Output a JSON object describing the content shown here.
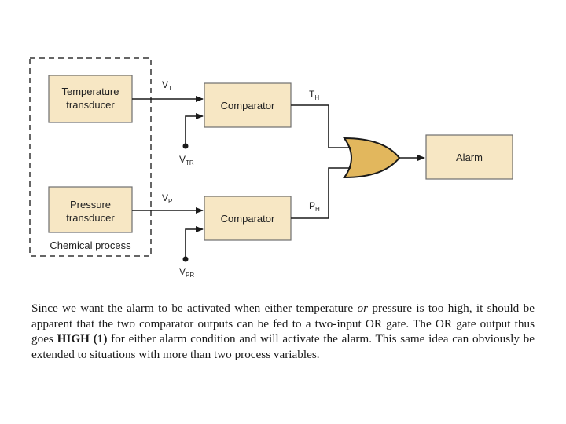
{
  "blocks": {
    "temperature": [
      "Temperature",
      "transducer"
    ],
    "pressure": [
      "Pressure",
      "transducer"
    ],
    "comparator1": "Comparator",
    "comparator2": "Comparator",
    "alarm": "Alarm",
    "process": "Chemical process"
  },
  "signals": {
    "vt": {
      "main": "V",
      "sub": "T"
    },
    "vtr": {
      "main": "V",
      "sub": "TR"
    },
    "th": {
      "main": "T",
      "sub": "H"
    },
    "vp": {
      "main": "V",
      "sub": "P"
    },
    "vpr": {
      "main": "V",
      "sub": "PR"
    },
    "ph": {
      "main": "P",
      "sub": "H"
    }
  },
  "caption": {
    "p1": "Since we want the alarm to be activated when either temperature ",
    "or_word": "or",
    "p2": " pressure is too high, it should be apparent that the two comparator outputs can be fed to a two-input OR gate. The OR gate output thus goes ",
    "high": "HIGH (1)",
    "p3": " for either alarm condition and will activate the alarm. This same idea can obviously be extended to situations with more than two process variables."
  },
  "colors": {
    "block_fill": "#f7e7c4",
    "or_gate_fill": "#e2b75d"
  }
}
